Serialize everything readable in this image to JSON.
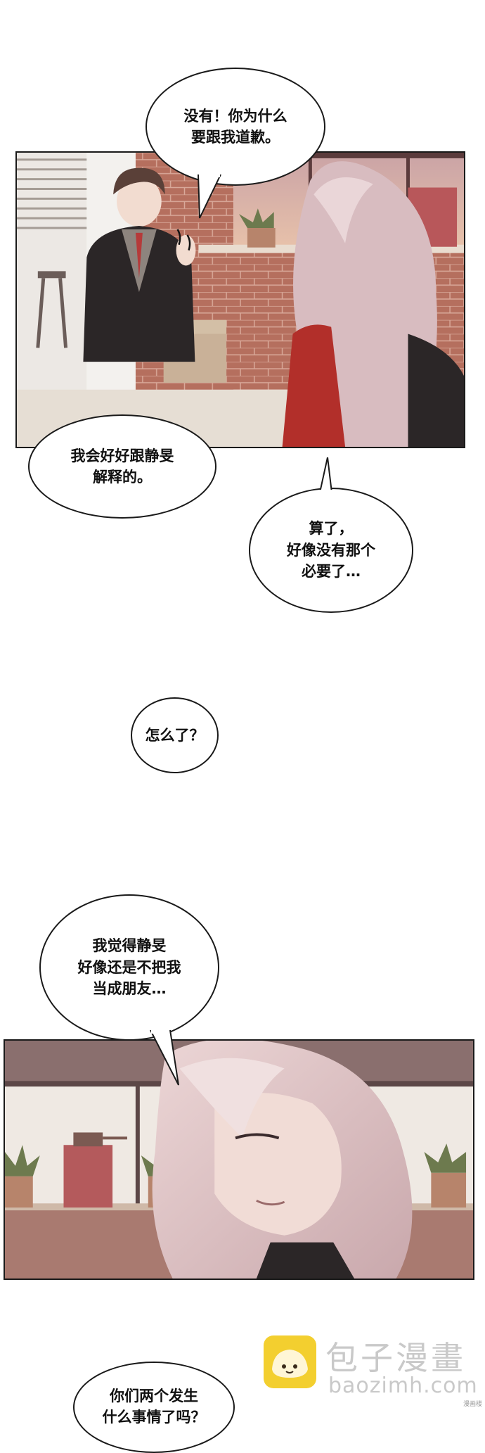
{
  "bubbles": {
    "b1": {
      "lines": [
        "没有！你为什么",
        "要跟我道歉。"
      ]
    },
    "b2": {
      "lines": [
        "我会好好跟静旻",
        "解释的。"
      ]
    },
    "b3": {
      "lines": [
        "算了，",
        "好像没有那个",
        "必要了…"
      ]
    },
    "b4": {
      "lines": [
        "怎么了？"
      ]
    },
    "b5": {
      "lines": [
        "我觉得静旻",
        "好像还是不把我",
        "当成朋友…"
      ]
    },
    "b6": {
      "lines": [
        "你们两个发生",
        "什么事情了吗？"
      ]
    }
  },
  "watermark": {
    "brand": "包子漫畫",
    "url": "baozimh.com",
    "small": "漫画楼"
  },
  "colors": {
    "border": "#1a1a1a",
    "logo_badge": "#f3cf2f",
    "brick": "#b06a5a",
    "hair": "#d8bcc0"
  }
}
